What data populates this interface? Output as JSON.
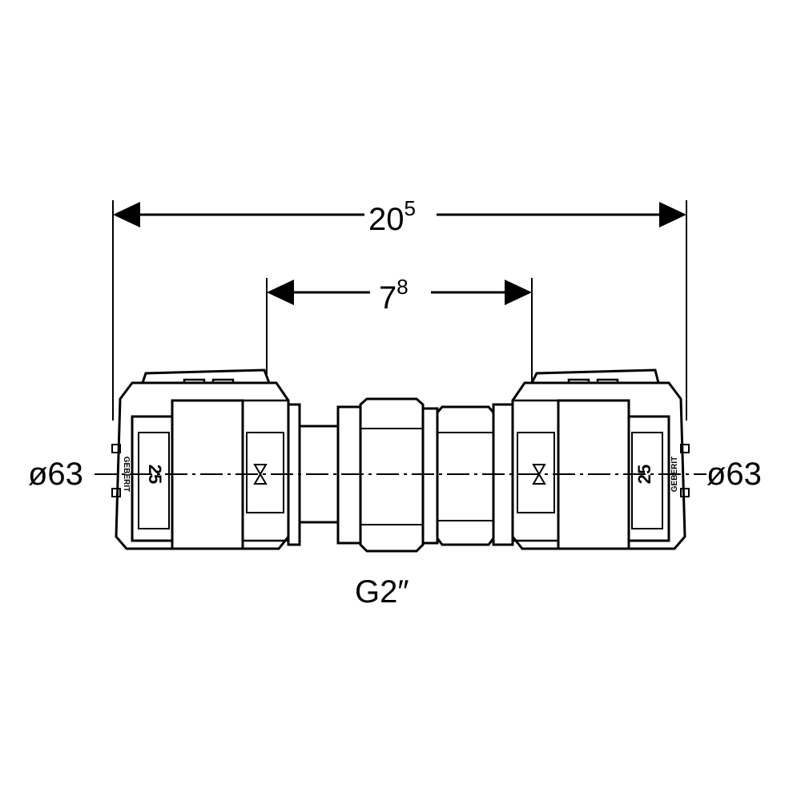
{
  "dimensions": {
    "overall": {
      "base": "20",
      "sup": "5"
    },
    "insertion": {
      "base": "7",
      "sup": "8"
    }
  },
  "labels": {
    "left_diameter": "ø63",
    "right_diameter": "ø63",
    "thread": "G2″"
  },
  "markings": {
    "size_number": "25",
    "brand": "GEBERIT"
  },
  "colors": {
    "line": "#000000",
    "background": "#ffffff"
  }
}
